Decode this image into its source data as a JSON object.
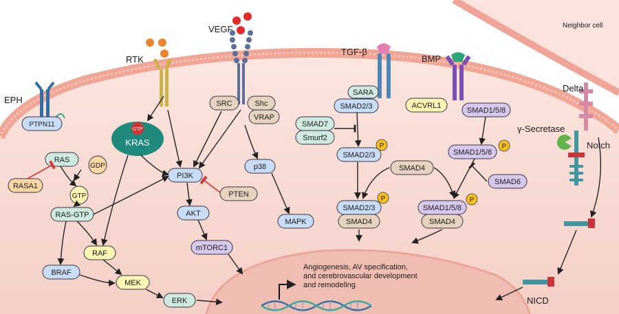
{
  "labels": {
    "neighbor_cell": "Neighbor cell",
    "eph": "EPH",
    "rtk": "RTK",
    "vegf": "VEGF",
    "tgfb": "TGF-β",
    "bmp": "BMP",
    "delta": "Delta",
    "notch": "Notch",
    "gamma_secretase": "γ-Secretase",
    "nicd": "NICD",
    "outcome_line1": "Angiogenesis, AV specification,",
    "outcome_line2": "and cerebrovascular development",
    "outcome_line3": "and remodeling"
  },
  "nodes": {
    "ptpn11": "PTPN11",
    "ras": "RAS",
    "gdp": "GDP",
    "gtp": "GTP",
    "rasa1": "RASA1",
    "ras_gtp": "RAS-GTP",
    "braf": "BRAF",
    "raf": "RAF",
    "mek": "MEK",
    "erk": "ERK",
    "kras_gtp": "GTP",
    "kras": "KRAS",
    "pi3k": "PI3K",
    "pten": "PTEN",
    "akt": "AKT",
    "mtorc1": "mTORC1",
    "src": "SRC",
    "shc": "Shc",
    "vrap": "VRAP",
    "p38": "p38",
    "mapk": "MAPK",
    "sara": "SARA",
    "smad23_a": "SMAD2/3",
    "smad7": "SMAD7",
    "smurf2": "Smurf2",
    "smad23_b": "SMAD2/3",
    "smad4_mid": "SMAD4",
    "smad23_c": "SMAD2/3",
    "smad4_left": "SMAD4",
    "acvrl1": "ACVRL1",
    "smad158_a": "SMAD1/5/8",
    "smad158_b": "SMAD1/5/8",
    "smad6": "SMAD6",
    "smad158_c": "SMAD1/5/8",
    "smad4_right": "SMAD4",
    "p1": "P",
    "p2": "P",
    "p3": "P",
    "p4": "P"
  },
  "colors": {
    "cytoplasm": "#f6d9d2",
    "membrane": "#f2a79a",
    "nucleus": "#f1bfb5",
    "extracellular": "#ffffff",
    "blue_node": "#c9dcf5",
    "tan_node": "#e6d3bf",
    "yellow_node": "#fff6b3",
    "teal_node": "#cfe9de",
    "purple_node": "#d6c8ec",
    "orange_node": "#fbd7a6",
    "kras": "#1f8a7c",
    "inhibit": "#d63232",
    "p_badge": "#f7c21a"
  }
}
